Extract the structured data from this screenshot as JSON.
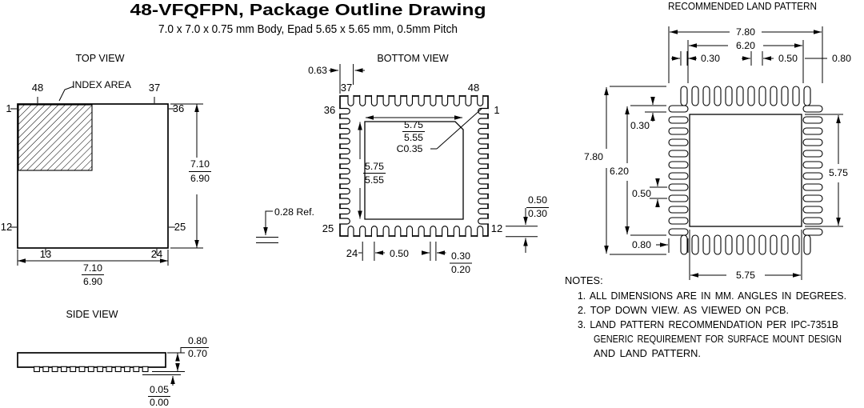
{
  "header": {
    "title": "48-VFQFPN, Package Outline Drawing",
    "subtitle": "7.0 x 7.0 x 0.75 mm Body, Epad 5.65 x 5.65 mm, 0.5mm Pitch"
  },
  "top_view": {
    "label": "TOP VIEW",
    "index_area_label": "INDEX AREA",
    "pin48": "48",
    "pin37": "37",
    "pin1": "1",
    "pin36": "36",
    "pin12": "12",
    "pin25": "25",
    "pin13": "13",
    "pin24": "24",
    "dim_body_height": {
      "max": "7.10",
      "min": "6.90"
    },
    "dim_body_width": {
      "max": "7.10",
      "min": "6.90"
    }
  },
  "bottom_view": {
    "label": "BOTTOM VIEW",
    "pin37": "37",
    "pin48": "48",
    "pin36": "36",
    "pin1": "1",
    "pin25": "25",
    "pin12": "12",
    "pin24": "24",
    "dim_edge_to_lead": "0.63",
    "dim_epad_width": {
      "max": "5.75",
      "min": "5.55"
    },
    "dim_chamfer": "C0.35",
    "dim_epad_height": {
      "max": "5.75",
      "min": "5.55"
    },
    "dim_ref": "0.28 Ref.",
    "dim_lead_length": {
      "max": "0.50",
      "min": "0.30"
    },
    "dim_pitch": "0.50",
    "dim_lead_width": {
      "max": "0.30",
      "min": "0.20"
    }
  },
  "side_view": {
    "label": "SIDE VIEW",
    "dim_total_height": {
      "max": "0.80",
      "min": "0.70"
    },
    "dim_standoff": {
      "max": "0.05",
      "min": "0.00"
    }
  },
  "land_pattern": {
    "title": "RECOMMENDED LAND PATTERN",
    "dim_span_width_outer": "7.80",
    "dim_span_width_inner": "6.20",
    "dim_pad_width_top": "0.30",
    "dim_pitch_top": "0.50",
    "dim_pad_length_right": "0.80",
    "dim_span_height_outer": "7.80",
    "dim_span_height_inner": "6.20",
    "dim_pad_width_left": "0.30",
    "dim_pitch_left": "0.50",
    "dim_pad_length_bottom": "0.80",
    "dim_epad_height": "5.75",
    "dim_epad_width": "5.75"
  },
  "notes": {
    "heading": "NOTES:",
    "lines": [
      "1. ALL DIMENSIONS ARE IN MM. ANGLES IN DEGREES.",
      "2. TOP DOWN VIEW. AS VIEWED ON PCB.",
      "3. LAND PATTERN RECOMMENDATION PER IPC-7351B",
      "GENERIC REQUIREMENT FOR SURFACE MOUNT DESIGN",
      "AND LAND PATTERN."
    ]
  }
}
